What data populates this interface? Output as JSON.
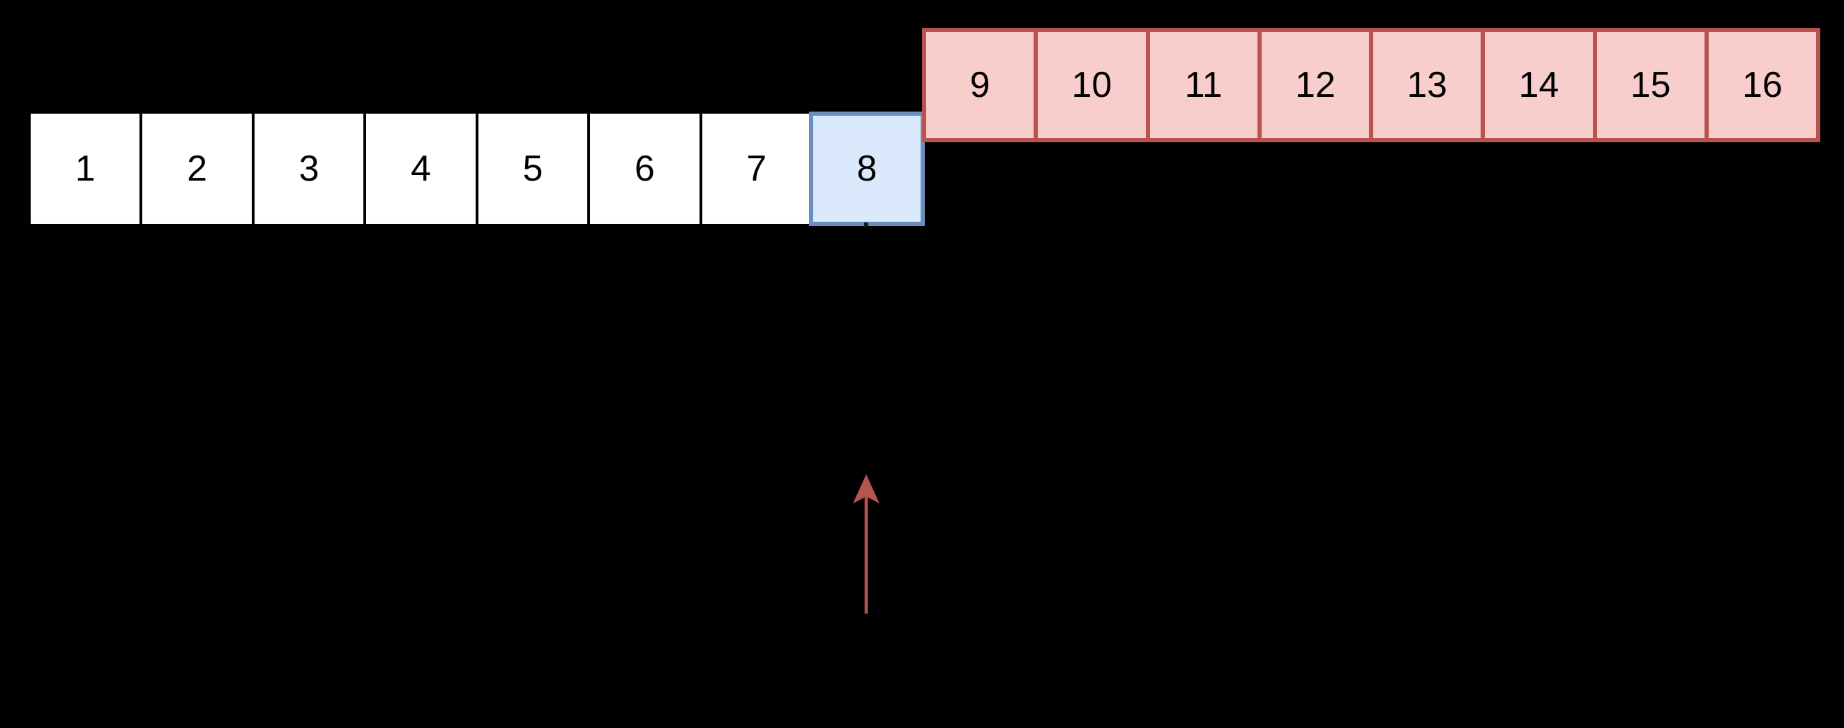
{
  "background_color": "#000000",
  "diagram": {
    "main_row": {
      "fill": "#ffffff",
      "border_color": "#000000",
      "text_color": "#000000",
      "cells": [
        "1",
        "2",
        "3",
        "4",
        "5",
        "6",
        "7"
      ]
    },
    "highlighted_cell": {
      "label": "8",
      "fill": "#dae8fc",
      "border_color": "#6c8ebf",
      "text_color": "#000000"
    },
    "appended_row": {
      "fill": "#f8cecc",
      "border_color": "#b85450",
      "text_color": "#000000",
      "cells": [
        "9",
        "10",
        "11",
        "12",
        "13",
        "14",
        "15",
        "16"
      ]
    },
    "pointer_arrow": {
      "color": "#b85450",
      "direction": "up"
    }
  }
}
